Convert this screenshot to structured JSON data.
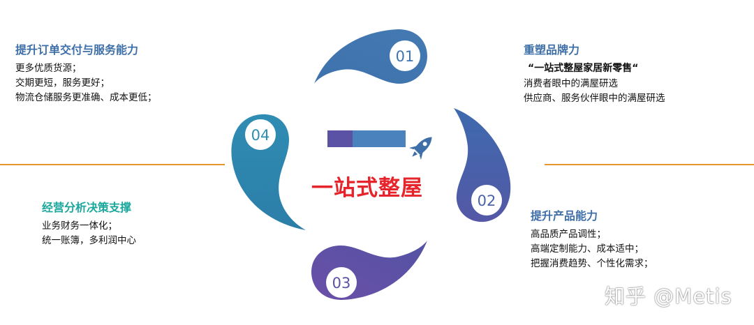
{
  "center": {
    "title": "一站式整屋"
  },
  "steps": [
    {
      "number": "01",
      "color": "#3F74AD"
    },
    {
      "number": "02",
      "color": "#4A62A8"
    },
    {
      "number": "03",
      "color": "#5B52A6"
    },
    {
      "number": "04",
      "color": "#2E8EB2"
    }
  ],
  "blocks": {
    "b1": {
      "title": "提升订单交付与服务能力",
      "lines": [
        "更多优质货源；",
        "交期更短，服务更好；",
        "物流仓储服务更准确、成本更低；"
      ]
    },
    "b2": {
      "title": "重塑品牌力",
      "quote": "“一站式整屋家居新零售“",
      "lines": [
        "消费者眼中的满屋研选",
        "供应商、服务伙伴眼中的满屋研选"
      ]
    },
    "b3": {
      "title": "提升产品能力",
      "lines": [
        "高品质产品调性；",
        "高端定制能力、成本适中；",
        "把握消费趋势、个性化需求；"
      ]
    },
    "b4": {
      "title": "经营分析决策支撑",
      "lines": [
        "业务财务一体化；",
        "统一账簿，多利润中心"
      ]
    }
  },
  "colors": {
    "divider": "#E8962B",
    "center_text": "#E5242B",
    "accent_title": "#3E6FA8",
    "accent_title_alt": "#1AA79C"
  },
  "icons": [
    "rocket-icon"
  ],
  "watermark": "知乎 @Metis"
}
